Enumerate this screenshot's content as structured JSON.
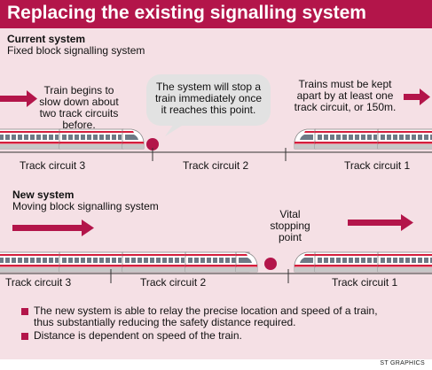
{
  "title": "Replacing the existing signalling system",
  "colors": {
    "accent": "#b3154a",
    "panel": "#f5e0e5",
    "bubble": "#e2e2e2"
  },
  "current": {
    "heading": "Current system",
    "subheading": "Fixed block signalling system",
    "note_left": [
      "Train begins to",
      "slow down about",
      "two track circuits",
      "before."
    ],
    "bubble": [
      "The system will stop a",
      "train immediately once",
      "it reaches this point."
    ],
    "note_right": [
      "Trains must be kept",
      "apart by at least one",
      "track circuit, or 150m."
    ],
    "tracks": [
      "Track circuit 3",
      "Track circuit 2",
      "Track circuit 1"
    ]
  },
  "new": {
    "heading": "New system",
    "subheading": "Moving block signalling system",
    "vital": [
      "Vital",
      "stopping",
      "point"
    ],
    "tracks": [
      "Track circuit 3",
      "Track circuit 2",
      "Track circuit 1"
    ]
  },
  "legend": [
    "The new system is able to relay the precise location and speed of a train,",
    "thus substantially reducing the safety distance required.",
    "Distance is dependent on speed of the train."
  ],
  "credit": "ST GRAPHICS"
}
